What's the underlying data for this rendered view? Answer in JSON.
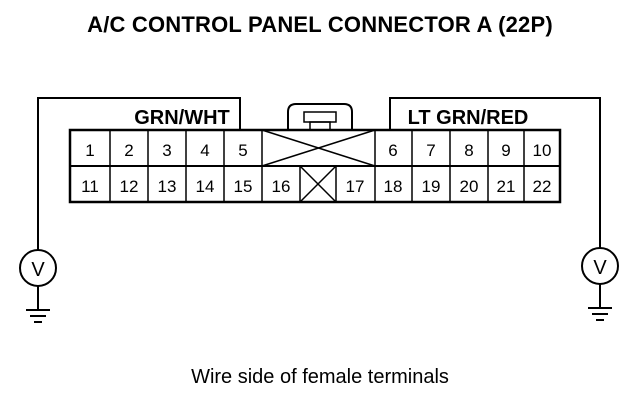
{
  "title": "A/C CONTROL PANEL CONNECTOR A (22P)",
  "caption": "Wire side of female terminals",
  "wire_left": "GRN/WHT",
  "wire_right": "LT GRN/RED",
  "voltmeter_symbol": "V",
  "terminals_top": [
    "1",
    "2",
    "3",
    "4",
    "5",
    "6",
    "7",
    "8",
    "9",
    "10"
  ],
  "terminals_bottom": [
    "11",
    "12",
    "13",
    "14",
    "15",
    "16",
    "17",
    "18",
    "19",
    "20",
    "21",
    "22"
  ]
}
